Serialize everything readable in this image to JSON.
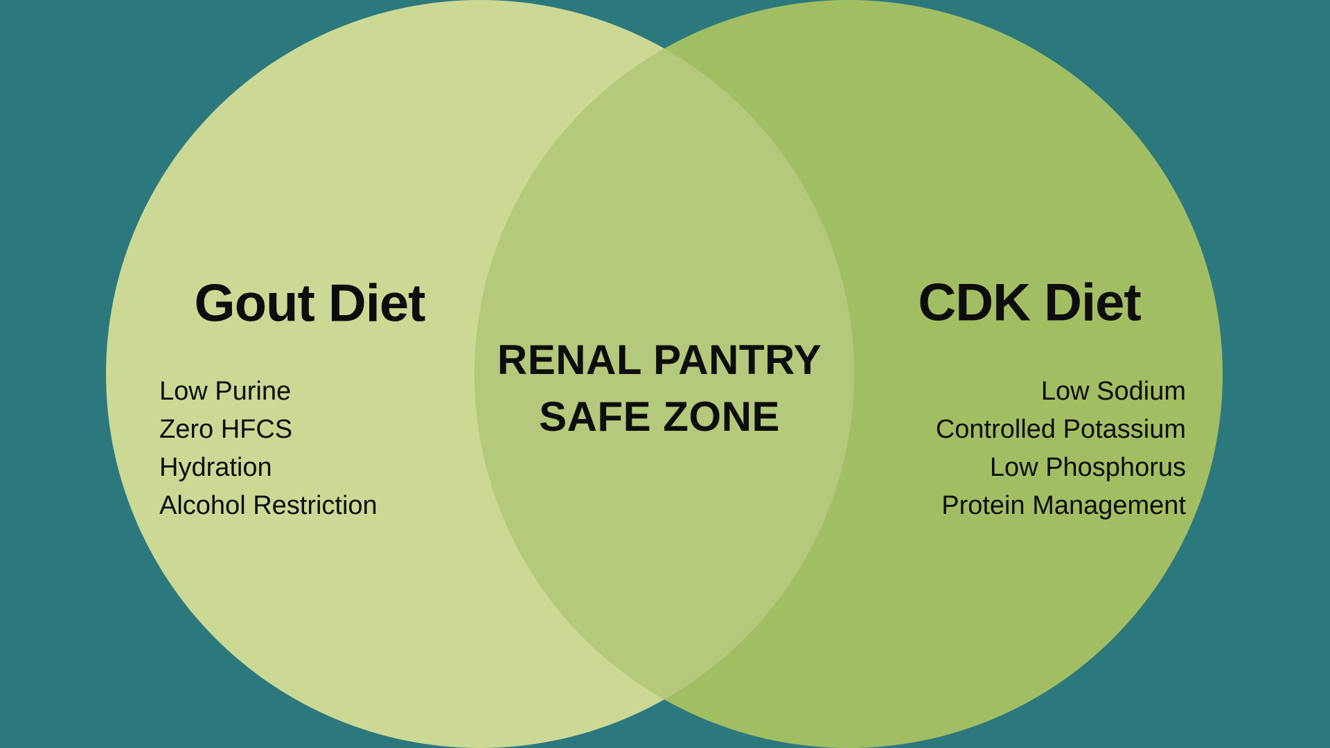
{
  "diagram": {
    "type": "venn",
    "background_color": "#2B797D",
    "text_color": "#0d0d0d",
    "left_set": {
      "title": "Gout Diet",
      "color": "#CBD995",
      "items": [
        "Low Purine",
        "Zero HFCS",
        "Hydration",
        "Alcohol Restriction"
      ]
    },
    "right_set": {
      "title": "CDK Diet",
      "color": "#A2BE63",
      "items": [
        "Low Sodium",
        "Controlled Potassium",
        "Low Phosphorus",
        "Protein Management"
      ]
    },
    "intersection": {
      "color": "#B4C97B",
      "label_line1": "RENAL PANTRY",
      "label_line2": "SAFE ZONE"
    }
  }
}
